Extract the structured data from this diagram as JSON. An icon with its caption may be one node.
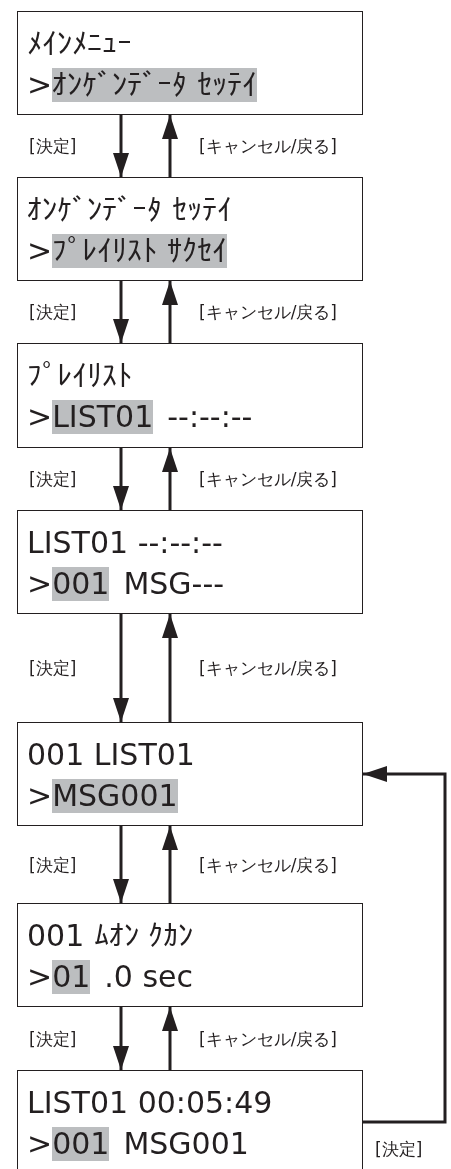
{
  "diagram": {
    "nodes": [
      {
        "text": [
          "ﾒｲﾝﾒﾆｭｰ",
          ">",
          "ｵﾝｹﾞﾝﾃﾞｰﾀ ｾｯﾃｲ"
        ]
      },
      {
        "text": [
          "ｵﾝｹﾞﾝﾃﾞｰﾀ ｾｯﾃｲ",
          ">",
          "ﾌﾟﾚｲﾘｽﾄ ｻｸｾｲ"
        ]
      },
      {
        "text": [
          "ﾌﾟﾚｲﾘｽﾄ",
          ">",
          "LIST01",
          "--:--:--"
        ]
      },
      {
        "text": [
          "LIST01 --:--:--",
          ">",
          "001",
          "MSG---"
        ]
      },
      {
        "text": [
          "001 LIST01",
          ">",
          "MSG001"
        ]
      },
      {
        "text": [
          "001 ﾑｵﾝ ｸｶﾝ",
          ">",
          "01",
          ".0 sec"
        ]
      },
      {
        "text": [
          "LIST01 00:05:49",
          ">",
          "001",
          "MSG001"
        ]
      }
    ],
    "edges": [
      {
        "from": 0,
        "to": 1,
        "arrow": "to",
        "label": "[決定]"
      },
      {
        "from": 1,
        "to": 0,
        "arrow": "to",
        "label": "[キャンセル/戻る]"
      },
      {
        "from": 1,
        "to": 2,
        "arrow": "to",
        "label": "[決定]"
      },
      {
        "from": 2,
        "to": 1,
        "arrow": "to",
        "label": "[キャンセル/戻る]"
      },
      {
        "from": 2,
        "to": 3,
        "arrow": "to",
        "label": "[決定]"
      },
      {
        "from": 3,
        "to": 2,
        "arrow": "to",
        "label": "[キャンセル/戻る]"
      },
      {
        "from": 3,
        "to": 4,
        "arrow": "to",
        "label": "[決定]"
      },
      {
        "from": 4,
        "to": 3,
        "arrow": "to",
        "label": "[キャンセル/戻る]"
      },
      {
        "from": 4,
        "to": 5,
        "arrow": "to",
        "label": "[決定]"
      },
      {
        "from": 5,
        "to": 4,
        "arrow": "to",
        "label": "[キャンセル/戻る]"
      },
      {
        "from": 5,
        "to": 6,
        "arrow": "to",
        "label": "[決定]"
      },
      {
        "from": 6,
        "to": 5,
        "arrow": "to",
        "label": "[キャンセル/戻る]"
      },
      {
        "from": 6,
        "to": 4,
        "arrow": "to",
        "label": "[決定]"
      }
    ]
  }
}
